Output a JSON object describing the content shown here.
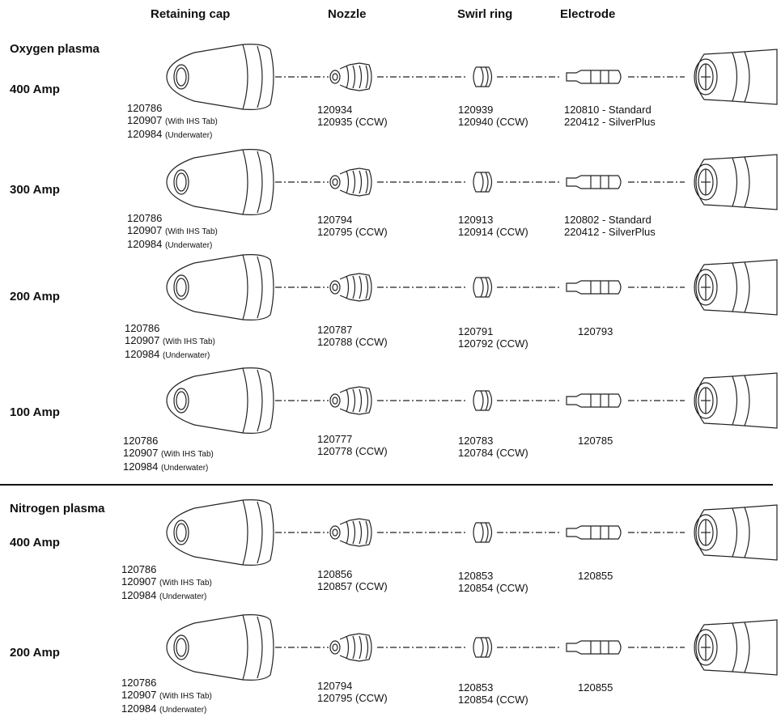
{
  "headers": {
    "retaining_cap": "Retaining cap",
    "nozzle": "Nozzle",
    "swirl_ring": "Swirl ring",
    "electrode": "Electrode"
  },
  "sections": {
    "oxygen": "Oxygen plasma",
    "nitrogen": "Nitrogen plasma"
  },
  "rows": [
    {
      "amp": "400 Amp",
      "cap": [
        {
          "num": "120786",
          "note": ""
        },
        {
          "num": "120907",
          "note": "(With IHS Tab)"
        },
        {
          "num": "120984",
          "note": "(Underwater)"
        }
      ],
      "nozzle": [
        "120934",
        "120935 (CCW)"
      ],
      "swirl": [
        "120939",
        "120940 (CCW)"
      ],
      "electrode": [
        "120810 - Standard",
        "220412 - SilverPlus"
      ]
    },
    {
      "amp": "300 Amp",
      "cap": [
        {
          "num": "120786",
          "note": ""
        },
        {
          "num": "120907",
          "note": "(With IHS Tab)"
        },
        {
          "num": "120984",
          "note": "(Underwater)"
        }
      ],
      "nozzle": [
        "120794",
        "120795 (CCW)"
      ],
      "swirl": [
        "120913",
        "120914 (CCW)"
      ],
      "electrode": [
        "120802 - Standard",
        "220412 - SilverPlus"
      ]
    },
    {
      "amp": "200 Amp",
      "cap": [
        {
          "num": "120786",
          "note": ""
        },
        {
          "num": "120907",
          "note": "(With IHS Tab)"
        },
        {
          "num": "120984",
          "note": "(Underwater)"
        }
      ],
      "nozzle": [
        "120787",
        "120788 (CCW)"
      ],
      "swirl": [
        "120791",
        "120792 (CCW)"
      ],
      "electrode": [
        "120793"
      ]
    },
    {
      "amp": "100 Amp",
      "cap": [
        {
          "num": "120786",
          "note": ""
        },
        {
          "num": "120907",
          "note": "(With IHS Tab)"
        },
        {
          "num": "120984",
          "note": "(Underwater)"
        }
      ],
      "nozzle": [
        "120777",
        "120778 (CCW)"
      ],
      "swirl": [
        "120783",
        "120784 (CCW)"
      ],
      "electrode": [
        "120785"
      ]
    },
    {
      "amp": "400 Amp",
      "cap": [
        {
          "num": "120786",
          "note": ""
        },
        {
          "num": "120907",
          "note": "(With IHS Tab)"
        },
        {
          "num": "120984",
          "note": "(Underwater)"
        }
      ],
      "nozzle": [
        "120856",
        "120857 (CCW)"
      ],
      "swirl": [
        "120853",
        "120854 (CCW)"
      ],
      "electrode": [
        "120855"
      ]
    },
    {
      "amp": "200 Amp",
      "cap": [
        {
          "num": "120786",
          "note": ""
        },
        {
          "num": "120907",
          "note": "(With IHS Tab)"
        },
        {
          "num": "120984",
          "note": "(Underwater)"
        }
      ],
      "nozzle": [
        "120794",
        "120795 (CCW)"
      ],
      "swirl": [
        "120853",
        "120854 (CCW)"
      ],
      "electrode": [
        "120855"
      ]
    }
  ]
}
